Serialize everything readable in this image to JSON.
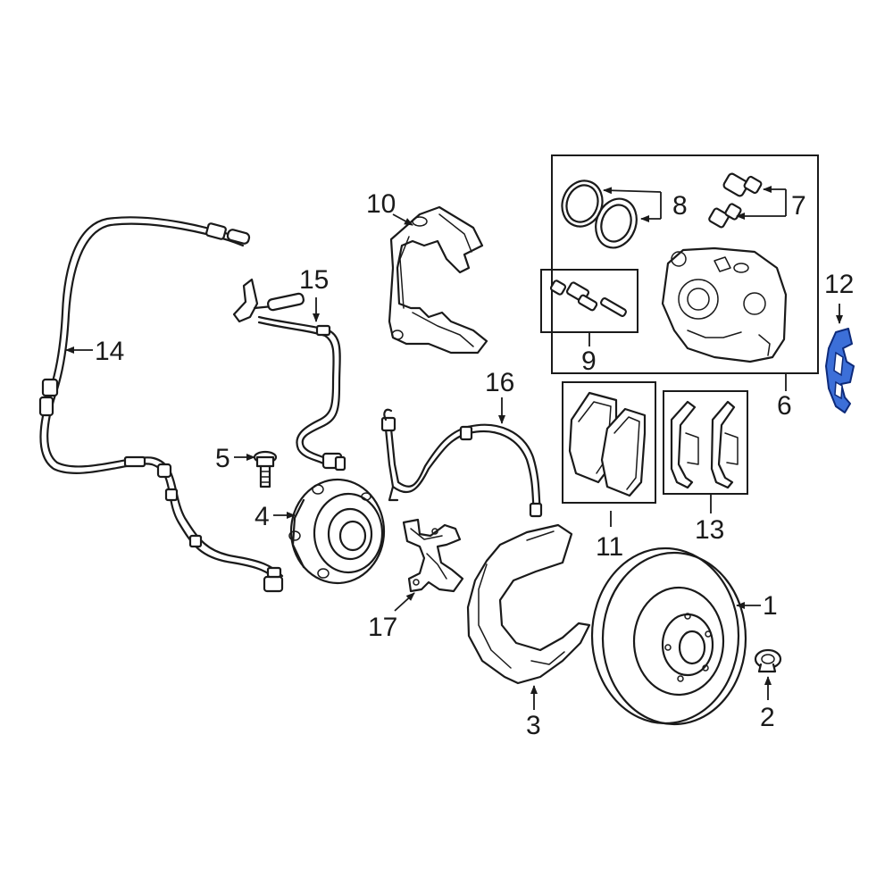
{
  "colors": {
    "line": "#1a1a1a",
    "background": "#ffffff",
    "highlight": "#3c6fd8",
    "highlight_stroke": "#0d2a7a"
  },
  "callouts": {
    "c1": "1",
    "c2": "2",
    "c3": "3",
    "c4": "4",
    "c5": "5",
    "c6": "6",
    "c7": "7",
    "c8": "8",
    "c9": "9",
    "c10": "10",
    "c11": "11",
    "c12": "12",
    "c13": "13",
    "c14": "14",
    "c15": "15",
    "c16": "16",
    "c17": "17"
  },
  "highlighted_part": "12"
}
